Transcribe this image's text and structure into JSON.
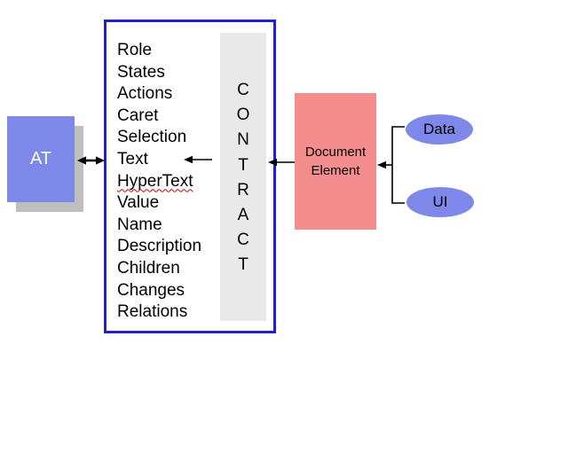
{
  "diagram": {
    "at_box": {
      "label": "AT"
    },
    "contract_box": {
      "items": [
        "Role",
        "States",
        "Actions",
        "Caret",
        "Selection",
        "Text",
        "HyperText",
        "Value",
        "Name",
        "Description",
        "Children",
        "Changes",
        "Relations"
      ],
      "misspelled_item": "HyperText",
      "vertical_label": "CONTRACT",
      "vertical_letters": [
        "C",
        "O",
        "N",
        "T",
        "R",
        "A",
        "C",
        "T"
      ]
    },
    "document_element_box": {
      "label": "Document Element"
    },
    "nodes": {
      "data": {
        "label": "Data"
      },
      "ui": {
        "label": "UI"
      }
    },
    "colors": {
      "node_blue": "#7d88e8",
      "document_pink": "#f48d8d",
      "contract_border_blue": "#2121cc",
      "bar_gray": "#e9e9e9",
      "shadow_gray": "#bfbfbf",
      "arrow_black": "#000000",
      "spellcheck_red": "#cc0000"
    }
  }
}
